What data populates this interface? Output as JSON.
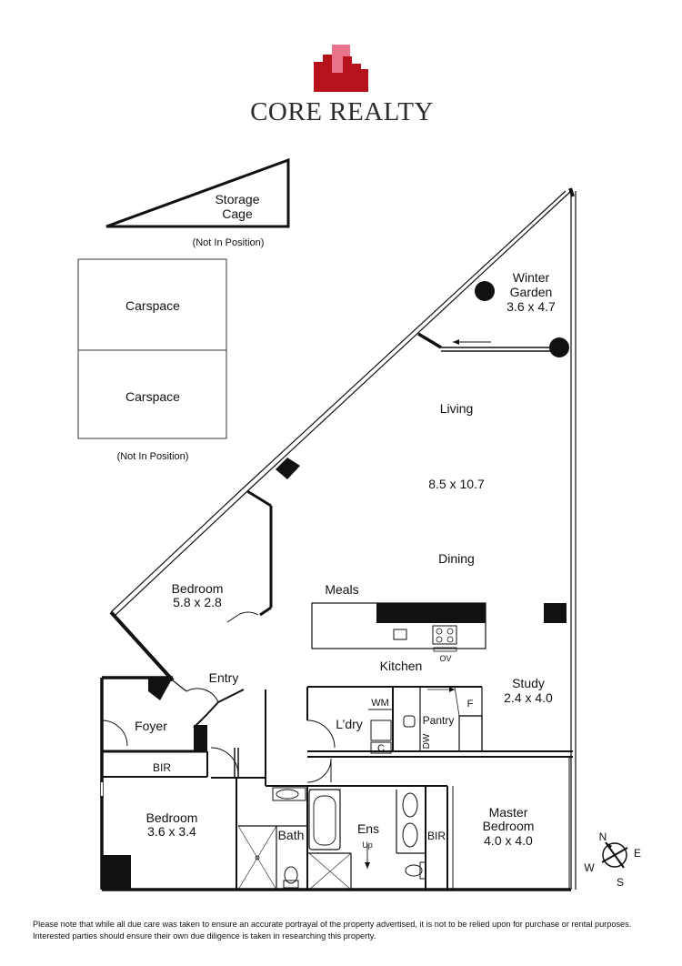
{
  "brand": {
    "name": "CORE REALTY",
    "colors": {
      "primary": "#b5121b",
      "accent": "#e8738a",
      "text": "#2b2b2b"
    }
  },
  "storage": {
    "line1": "Storage",
    "line2": "Cage",
    "note": "(Not In Position)"
  },
  "carspaces": {
    "first": "Carspace",
    "second": "Carspace",
    "note": "(Not In Position)"
  },
  "rooms": {
    "winter_garden": {
      "name": "Winter",
      "name2": "Garden",
      "size": "3.6 x 4.7"
    },
    "living": {
      "name": "Living",
      "size": "8.5 x 10.7"
    },
    "dining": {
      "name": "Dining"
    },
    "bedroom2": {
      "name": "Bedroom",
      "size": "5.8 x 2.8"
    },
    "meals": {
      "name": "Meals"
    },
    "kitchen": {
      "name": "Kitchen",
      "ov": "OV"
    },
    "entry": {
      "name": "Entry"
    },
    "study": {
      "name": "Study",
      "size": "2.4 x 4.0"
    },
    "foyer": {
      "name": "Foyer"
    },
    "laundry": {
      "name": "L’dry",
      "wm": "WM",
      "c": "C"
    },
    "pantry": {
      "name": "Pantry",
      "dw": "DW",
      "f": "F"
    },
    "bir1": {
      "name": "BIR"
    },
    "bedroom1": {
      "name": "Bedroom",
      "size": "3.6 x 3.4"
    },
    "bath": {
      "name": "Bath"
    },
    "ens": {
      "name": "Ens",
      "up": "Up"
    },
    "bir2": {
      "name": "BIR"
    },
    "master": {
      "name": "Master",
      "name2": "Bedroom",
      "size": "4.0 x 4.0"
    }
  },
  "compass": {
    "n": "N",
    "e": "E",
    "s": "S",
    "w": "W"
  },
  "disclaimer": {
    "line1": "Please note that while all due care was taken to ensure an accurate portrayal of the property advertised, it is not to be relied upon for purchase or rental purposes.",
    "line2": "Interested parties should ensure their own due diligence is taken in researching this property."
  }
}
